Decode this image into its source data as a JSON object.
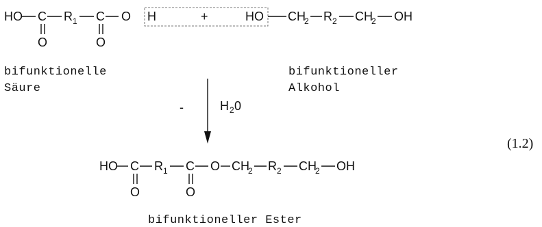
{
  "reaction": {
    "acid": {
      "ho": "HO",
      "c1": "C",
      "r1": "R",
      "r1_sub": "1",
      "c2": "C",
      "oh_o": "O",
      "oh_h": "H",
      "o1": "O",
      "o2": "O"
    },
    "plus": "+",
    "alcohol": {
      "ho": "HO",
      "ch2a": "CH",
      "ch2a_sub": "2",
      "r2": "R",
      "r2_sub": "2",
      "ch2b": "CH",
      "ch2b_sub": "2",
      "oh": "OH"
    },
    "acid_label": [
      "bifunktionelle",
      "Säure"
    ],
    "alcohol_label": [
      "bifunktioneller",
      "Alkohol"
    ],
    "water": {
      "minus": "-",
      "h": "H",
      "sub": "2",
      "o": "0"
    },
    "ester": {
      "ho": "HO",
      "c1": "C",
      "r1": "R",
      "r1_sub": "1",
      "c2": "C",
      "o_link": "O",
      "ch2a": "CH",
      "ch2a_sub": "2",
      "r2": "R",
      "r2_sub": "2",
      "ch2b": "CH",
      "ch2b_sub": "2",
      "oh": "OH",
      "o1": "O",
      "o2": "O"
    },
    "ester_label": "bifunktioneller Ester",
    "equation_number": "(1.2)"
  }
}
